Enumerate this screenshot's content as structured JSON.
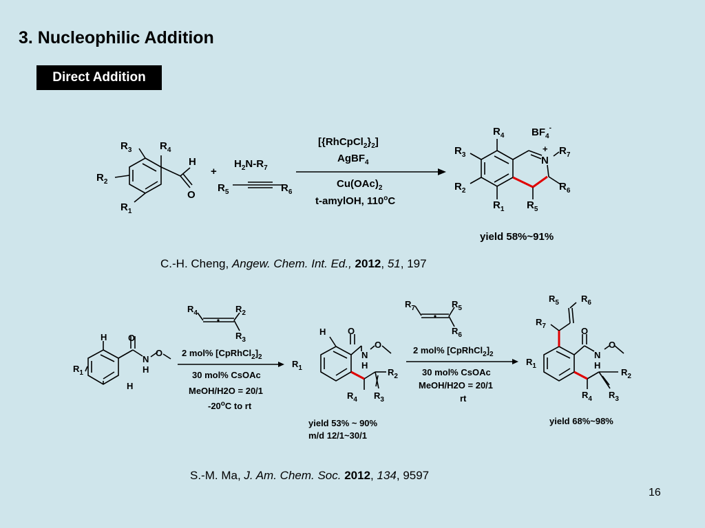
{
  "slide": {
    "title": "3. Nucleophilic Addition",
    "badge": "Direct Addition",
    "page_number": "16"
  },
  "reaction1": {
    "cond_line1_a": "[{RhCpCl",
    "cond_line1_b": "2",
    "cond_line1_c": "}",
    "cond_line1_d": "2",
    "cond_line1_e": "]",
    "cond_line2_a": "AgBF",
    "cond_line2_b": "4",
    "cond_line3_a": "Cu(OAc)",
    "cond_line3_b": "2",
    "cond_line4_a": "t-amylOH, 110",
    "cond_line4_b": "o",
    "cond_line4_c": "C",
    "amine_a": "H",
    "amine_b": "2",
    "amine_c": "N-R",
    "amine_d": "7",
    "plus": "+",
    "yield": "yield 58%~91%",
    "reference": {
      "authors": "C.-H. Cheng, ",
      "journal": "Angew. Chem. Int. Ed.,",
      "year": "2012",
      "volume": "51",
      "pages": ", 197"
    }
  },
  "reaction2": {
    "cond1_line1_a": "2 mol% [CpRhCl",
    "cond1_line1_b": "2",
    "cond1_line1_c": "]",
    "cond1_line1_d": "2",
    "cond1_line2": "30 mol% CsOAc",
    "cond1_line3": "MeOH/H2O = 20/1",
    "cond1_line4_a": "-20",
    "cond1_line4_b": "o",
    "cond1_line4_c": "C to rt",
    "cond2_line1_a": "2 mol% [CpRhCl",
    "cond2_line1_b": "2",
    "cond2_line1_c": "]",
    "cond2_line1_d": "2",
    "cond2_line2": "30 mol% CsOAc",
    "cond2_line3": "MeOH/H2O = 20/1",
    "cond2_line4": "rt",
    "yield1_line1": "yield 53% ~ 90%",
    "yield1_line2": "m/d 12/1~30/1",
    "yield2": "yield 68%~98%",
    "reference": {
      "authors": "S.-M. Ma, ",
      "journal": "J. Am. Chem. Soc.",
      "year": "2012",
      "volume": "134",
      "pages": ", 9597"
    }
  },
  "atoms": {
    "R": "R",
    "H": "H",
    "O": "O",
    "N": "N",
    "BF4": "BF",
    "four": "4",
    "minus": "-",
    "plusc": "+",
    "n1": "1",
    "n2": "2",
    "n3": "3",
    "n4": "4",
    "n5": "5",
    "n6": "6",
    "n7": "7"
  },
  "colors": {
    "background": "#cfe5eb",
    "highlight_bond": "#e00000",
    "text": "#000000"
  }
}
